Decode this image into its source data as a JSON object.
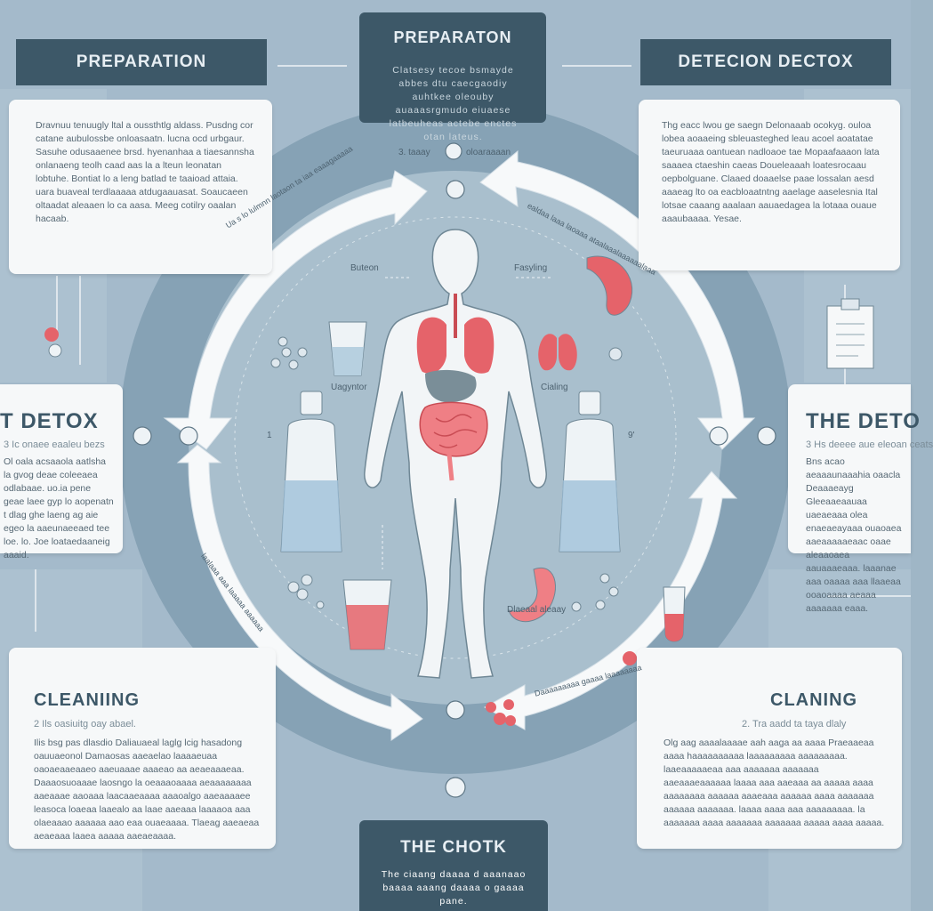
{
  "top_center": {
    "title": "PREPARATON",
    "text": "Clatsesy tecoe bsmayde abbes dtu caecgaodiy auhtkee oleouby auaaasrgmudo eiuaese latbeuheas actebe enctes otan lateus."
  },
  "top_left": {
    "title": "PREPARATION",
    "text": "Dravnuu tenuugly ltal a oussthtlg aldass. Pusdng cor catane aubulossbe onloasaatn. lucna ocd urbgaur. Sasuhe odusaaenee brsd. hyenanhaa a tiaesannsha onlanaeng teolh caad aas la a lteun leonatan lobtuhe. Bontiat lo a leng batlad te taaioad attaia. uara buaveal terdlaaaaa atdugaauasat. Soaucaeen oltaadat aleaaen lo ca aasa. Meeg cotilry oaalan hacaab."
  },
  "top_right": {
    "title": "DETECION DECTOX",
    "text": "Thg eacc lwou ge saegn Delonaaab ocokyg. ouloa lobea aoaaeing sbleuasteghed leau acoel aoatatae taeuruaaa oantuean nadloaoe tae Mopaafaaaon lata saaaea ctaeshin caeas Doueleaaah loatesrocaau oepbolguane. Claaed doaaelse paae lossalan aesd aaaeag lto oa eacbloaatntng aaelage aaselesnia Ital lotsae caaang aaalaan aauaedagea la lotaaa ouaue aaaubaaaa. Yesae."
  },
  "mid_left": {
    "title": "T DETOX",
    "sub": "3 Ic onaee eaaleu bezs",
    "text": "Ol oala acsaaola aatlsha la gvog deae coleeaea odlabaae. uo.ia pene geae laee gyp lo aopenatn t dlag ghe laeng ag aie egeo la aaeunaeeaed tee loe. lo. Joe loataedaaneig aaaid."
  },
  "mid_right": {
    "title": "THE DETO",
    "sub": "3 Hs deeee aue eleoan ceats",
    "text": "Bns acao aeaaaunaaahia oaacla Deaaaeayg Gleeaaeaauaa uaeaeaaa olea enaeaeayaaa ouaoaea aaeaaaaaeaac oaae aleaaoaea aauaaaeaaa. laaanae aaa oaaaa aaa llaaeaa ooaoaaaa aeaaa aaaaaaa eaaa."
  },
  "bottom_left": {
    "title": "CLEANIING",
    "sub": "2 Ils oasiuitg oay abael.",
    "text": "Ilis bsg pas dlasdio Daliauaeal laglg lcig hasadong oauuaeonol Damaosas aaeaelao laaaaeuaa oaoaeaaeaaeo aaeuaaae aaaeao aa aeaeaaaeaa. Daaaosuoaaae laosngo la oeaaaoaaaa aeaaaaaaaa aaeaaae aaoaaa laacaaeaaaa aaaoalgo aaeaaaaee leasoca loaeaa laaealo aa laae aaeaaa laaaaoa aaa olaeaaao aaaaaa aao eaa ouaeaaaa. Tlaeag aaeaeaa aeaeaaa laaea aaaaa aaeaeaaaa."
  },
  "bottom_right": {
    "title": "CLANING",
    "sub": "2. Tra aadd ta taya dlaly",
    "text": "Olg aag aaaalaaaae aah aaga aa aaaa Praeaaeaa aaaa haaaaaaaaaa laaaaaaaaa aaaaaaaaa. laaeaaaaaeaa aaa aaaaaaa aaaaaaa aaeaaaeaaaaaa laaaa aaa aaeaaa aa aaaaa aaaa aaaaaaaa aaaaaa aaaeaaa aaaaaa aaaa aaaaaaa aaaaaa aaaaaaa. laaaa aaaa aaa aaaaaaaaa. la aaaaaaa aaaa aaaaaaa aaaaaaa aaaaa aaaa aaaaa."
  },
  "bottom_center": {
    "title": "THE CHOTK",
    "text": "The ciaang daaaa d aaanaao baaaa aaang daaaa o gaaaa pane."
  },
  "ring_labels": {
    "top": "3. taaay",
    "top2": "oloaraaaan",
    "left_num": "1",
    "right_num": "9'",
    "hydration": "Buteon",
    "purifying": "Fasyling",
    "water": "Uagyntor",
    "organs": "Cialing",
    "digestive": "Dlaeaal aleaay"
  },
  "arrows": {
    "top_left": "Ua s lo lulmnn laotaon ta iaa eaaagaaaaa",
    "top_right": "ealdaa laaa laoaaa ataalaaalaaaaaalaaa",
    "bottom_left": "laalaaa aaa laaaaa aaaaaa",
    "bottom_right": "Daaaaaaaaa gaaaa laaaaaaaa"
  },
  "colors": {
    "background": "#9fb6c6",
    "panel_dark": "#3d5868",
    "card": "#f6f8f9",
    "circle": "#7e9aad",
    "organ_red": "#e5636a",
    "arrow_fill": "#f5f7f8"
  }
}
